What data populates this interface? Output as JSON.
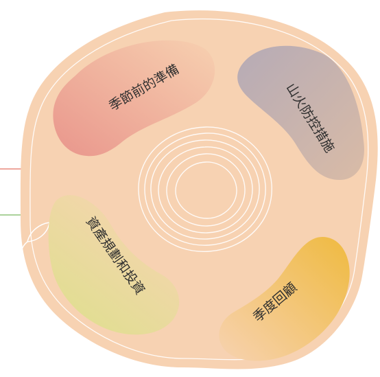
{
  "diagram": {
    "segments": [
      {
        "label": "季節前的準備",
        "color": "#e99a8e"
      },
      {
        "label": "山火防控措施",
        "color": "#b3a9b3"
      },
      {
        "label": "季度回顧",
        "color": "#efbd4a"
      },
      {
        "label": "資產規劃和投資",
        "color": "#dfe08e"
      }
    ],
    "blob_color": "#f7d2b2",
    "connector_colors": [
      "#e8897b",
      "#8fc37a"
    ]
  }
}
